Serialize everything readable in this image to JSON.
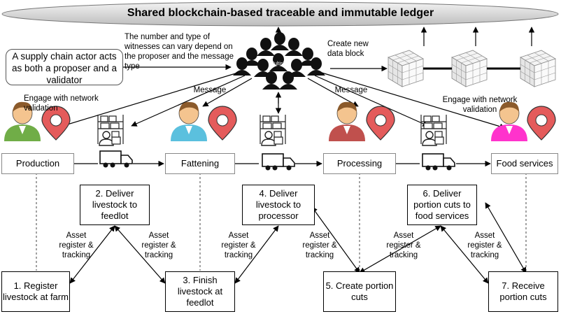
{
  "ledger": {
    "title": "Shared blockchain-based traceable and immutable ledger"
  },
  "notes": {
    "witnesses": "The number and type of witnesses can vary depend on the proposer and the message type",
    "create_block": "Create new data block",
    "multisig": "Multisig",
    "actor": "A supply chain actor acts as both a proposer and a validator",
    "engage_left": "Engage with network validation",
    "engage_right": "Engage with network validation",
    "message_left": "Message",
    "message_right": "Message"
  },
  "stages": [
    "Production",
    "Fattening",
    "Processing",
    "Food services"
  ],
  "steps": [
    "1. Register livestock at farm",
    "2. Deliver livestock to feedlot",
    "3. Finish livestock at feedlot",
    "4. Deliver livestock to processor",
    "5. Create portion cuts",
    "6. Deliver portion cuts to food services",
    "7. Receive portion cuts"
  ],
  "asset_label": "Asset register & tracking",
  "colors": {
    "person_production": "#70ad47",
    "person_fattening": "#5bc0de",
    "person_processing": "#c0504d",
    "person_food": "#ff33cc",
    "pin": "#e45b5b",
    "face": "#f4c48f",
    "hair": "#8b5a2b"
  }
}
